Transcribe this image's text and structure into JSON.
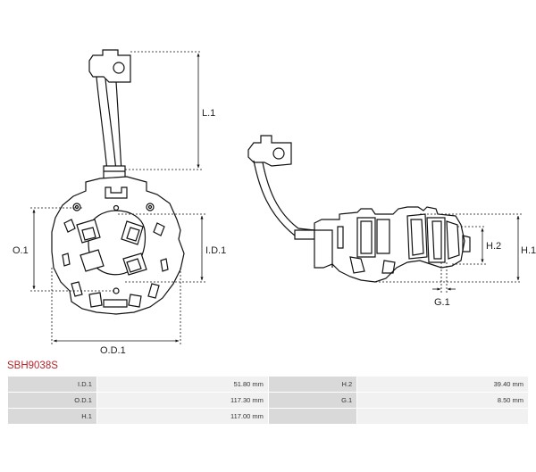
{
  "drawing": {
    "dimensions": {
      "l1": "L.1",
      "o1": "O.1",
      "id1": "I.D.1",
      "od1": "O.D.1",
      "h1": "H.1",
      "h2": "H.2",
      "g1": "G.1"
    }
  },
  "part_code": "SBH9038S",
  "specs": {
    "rows": [
      {
        "l_label": "I.D.1",
        "l_value": "51.80 mm",
        "r_label": "H.2",
        "r_value": "39.40 mm"
      },
      {
        "l_label": "O.D.1",
        "l_value": "117.30 mm",
        "r_label": "G.1",
        "r_value": "8.50 mm"
      },
      {
        "l_label": "H.1",
        "l_value": "117.00 mm",
        "r_label": "",
        "r_value": ""
      }
    ]
  }
}
